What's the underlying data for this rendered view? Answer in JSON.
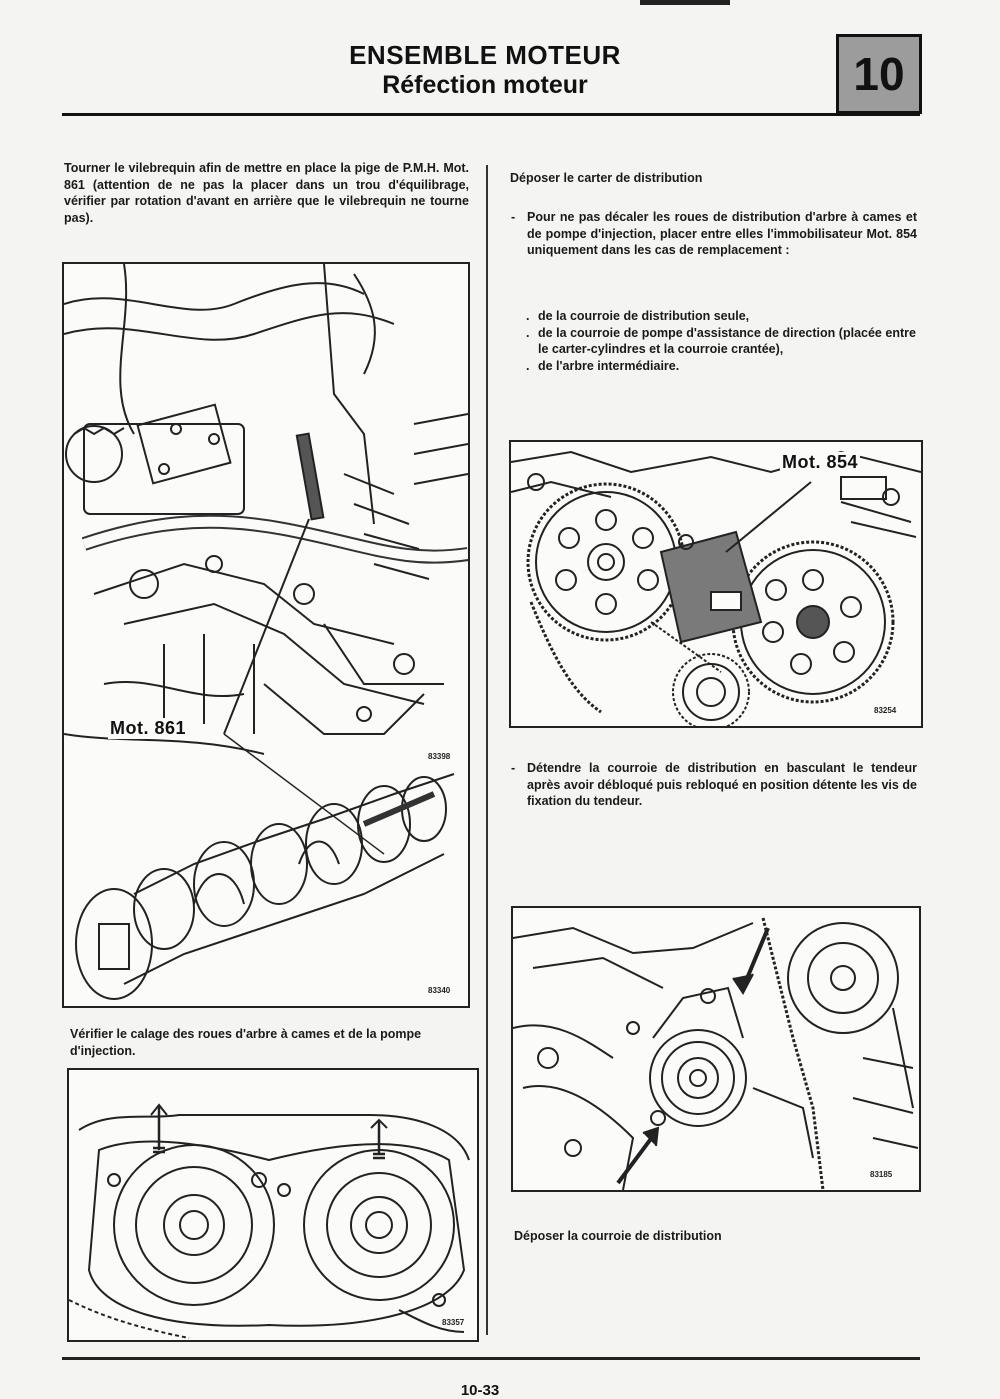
{
  "header": {
    "title_line1": "ENSEMBLE MOTEUR",
    "title_line2": "Réfection moteur",
    "section_number": "10"
  },
  "left_column": {
    "intro_text": "Tourner le vilebrequin afin de mettre en place la pige de P.M.H. Mot. 861 (attention de ne pas la placer dans un trou d'équilibrage, vérifier par rotation d'avant en arrière que le vilebrequin ne tourne pas).",
    "figure1": {
      "tool_label": "Mot. 861",
      "ref_top": "83398",
      "ref_bottom": "83340"
    },
    "check_text": "Vérifier le calage des roues d'arbre à cames et de la pompe d'injection.",
    "figure2": {
      "ref": "83357"
    }
  },
  "right_column": {
    "step1": "Déposer le carter de distribution",
    "step2_intro": "Pour ne pas décaler les roues de distribution d'arbre à cames et de pompe d'injection, placer entre elles l'immobilisateur Mot. 854 uniquement dans les cas de remplacement :",
    "step2_items": [
      "de la courroie de distribution seule,",
      "de la courroie de pompe d'assistance de direction (placée entre le carter-cylindres et la courroie crantée),",
      "de l'arbre intermédiaire."
    ],
    "figure3": {
      "tool_label": "Mot. 854",
      "ref": "83254"
    },
    "step3": "Détendre la courroie de distribution en basculant le tendeur après avoir débloqué puis rebloqué en position détente les vis de fixation du tendeur.",
    "figure4": {
      "ref": "83185"
    },
    "step4": "Déposer la courroie de distribution"
  },
  "footer": {
    "page_number": "10-33"
  }
}
